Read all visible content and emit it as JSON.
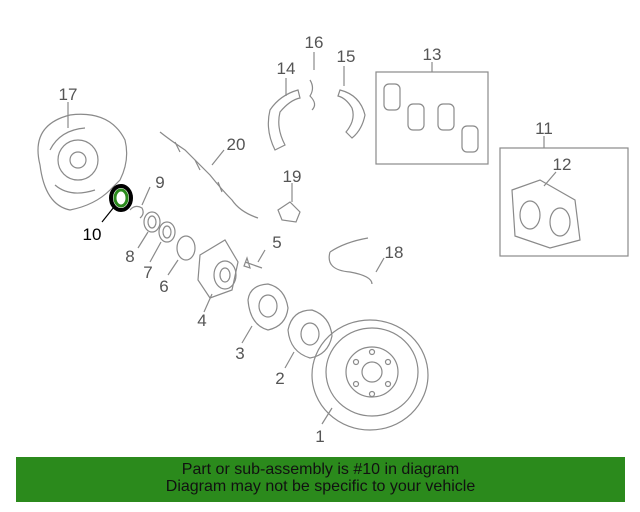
{
  "diagram": {
    "highlight_color": "#2b8a1c",
    "line_color": "#8a8a8a",
    "callouts": {
      "c1": "1",
      "c2": "2",
      "c3": "3",
      "c4": "4",
      "c5": "5",
      "c6": "6",
      "c7": "7",
      "c8": "8",
      "c9": "9",
      "c10": "10",
      "c11": "11",
      "c12": "12",
      "c13": "13",
      "c14": "14",
      "c15": "15",
      "c16": "16",
      "c17": "17",
      "c18": "18",
      "c19": "19",
      "c20": "20"
    }
  },
  "banner": {
    "line1": "Part or sub-assembly is #10 in diagram",
    "line2": "Diagram may not be specific to your vehicle",
    "background": "#2b8a1c"
  }
}
